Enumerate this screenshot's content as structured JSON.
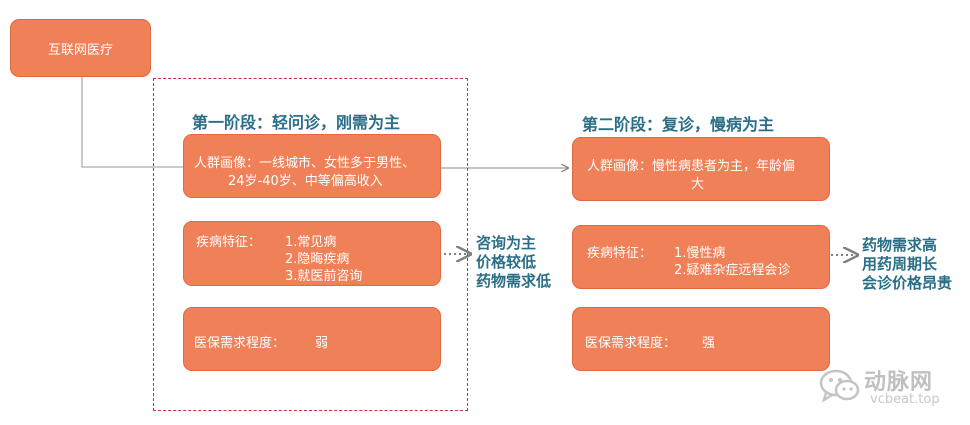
{
  "root": {
    "label": "互联网医疗"
  },
  "stage1": {
    "title": "第一阶段：轻问诊，刚需为主",
    "profile": {
      "line1": "人群画像：一线城市、女性多于男性、",
      "line2": "24岁-40岁、中等偏高收入"
    },
    "disease": {
      "label": "疾病特征：",
      "items": [
        "1.常见病",
        "2.隐晦疾病",
        "3.就医前咨询"
      ]
    },
    "insurance": {
      "label": "医保需求程度：",
      "value": "弱"
    },
    "note": [
      "咨询为主",
      "价格较低",
      "药物需求低"
    ]
  },
  "stage2": {
    "title": "第二阶段：复诊，慢病为主",
    "profile": {
      "line1": "人群画像：慢性病患者为主，年龄偏",
      "line2": "大"
    },
    "disease": {
      "label": "疾病特征：",
      "items": [
        "1.慢性病",
        "2.疑难杂症远程会诊"
      ]
    },
    "insurance": {
      "label": "医保需求程度：",
      "value": "强"
    },
    "note": [
      "药物需求高",
      "用药周期长",
      "会诊价格昂贵"
    ]
  },
  "watermark": {
    "cn": "动脉网",
    "en": "vcbeat.top"
  },
  "colors": {
    "box": "#ef8058",
    "title": "#2a6f87",
    "frame": "#d23030",
    "arrow": "#7f7f7f"
  }
}
